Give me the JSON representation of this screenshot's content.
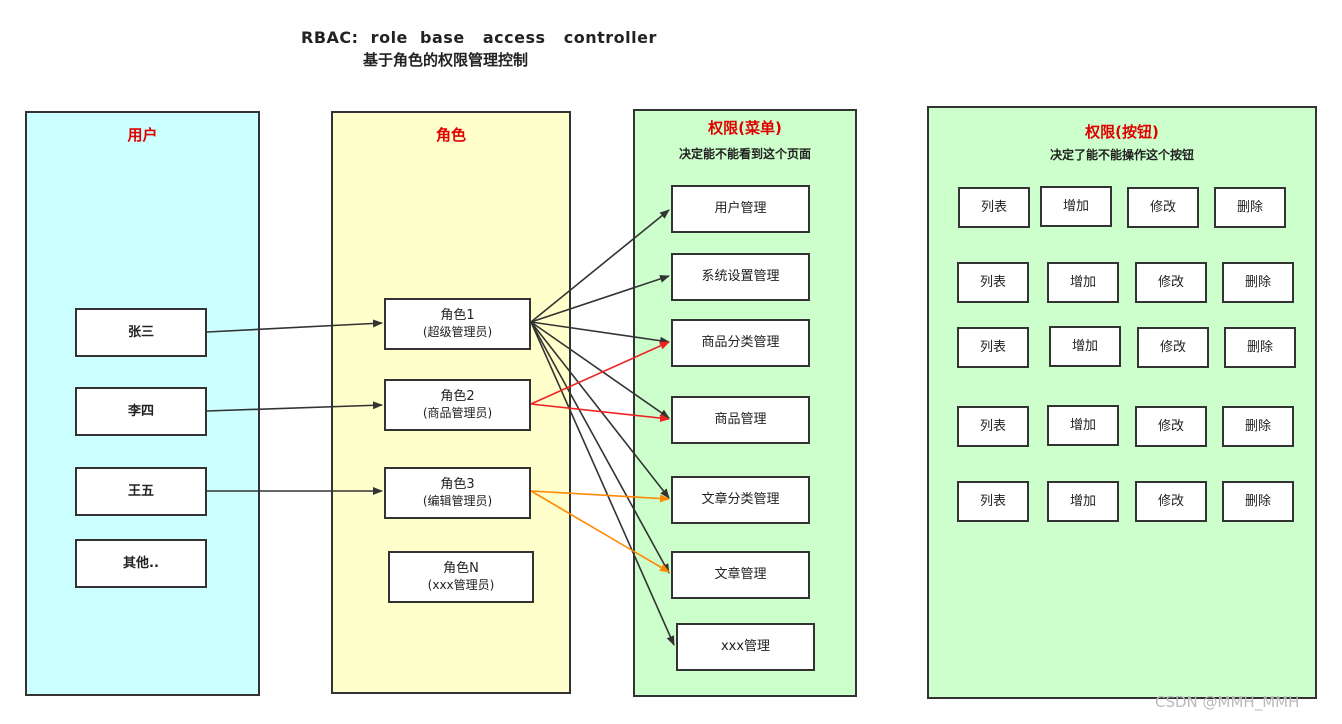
{
  "title": {
    "line1": "RBAC:  role  base   access   controller",
    "line2": "基于角色的权限管理控制"
  },
  "columns": {
    "users": {
      "title": "用户",
      "color": "#ccffff",
      "items": [
        "张三",
        "李四",
        "王五",
        "其他.."
      ]
    },
    "roles": {
      "title": "角色",
      "color": "#ffffcc",
      "items": [
        {
          "name": "角色1",
          "desc": "(超级管理员)"
        },
        {
          "name": "角色2",
          "desc": "(商品管理员)"
        },
        {
          "name": "角色3",
          "desc": "(编辑管理员)"
        },
        {
          "name": "角色N",
          "desc": "(xxx管理员)"
        }
      ]
    },
    "menus": {
      "title": "权限(菜单)",
      "subtitle": "决定能不能看到这个页面",
      "color": "#ccffcc",
      "items": [
        "用户管理",
        "系统设置管理",
        "商品分类管理",
        "商品管理",
        "文章分类管理",
        "文章管理",
        "xxx管理"
      ]
    },
    "buttons": {
      "title": "权限(按钮)",
      "subtitle": "决定了能不能操作这个按钮",
      "color": "#ccffcc",
      "labels": [
        "列表",
        "增加",
        "修改",
        "删除"
      ]
    }
  },
  "edge_colors": {
    "default": "#333333",
    "role2": "#ee2222",
    "role3": "#ff8800"
  },
  "watermark": "CSDN @MMH_MMH"
}
